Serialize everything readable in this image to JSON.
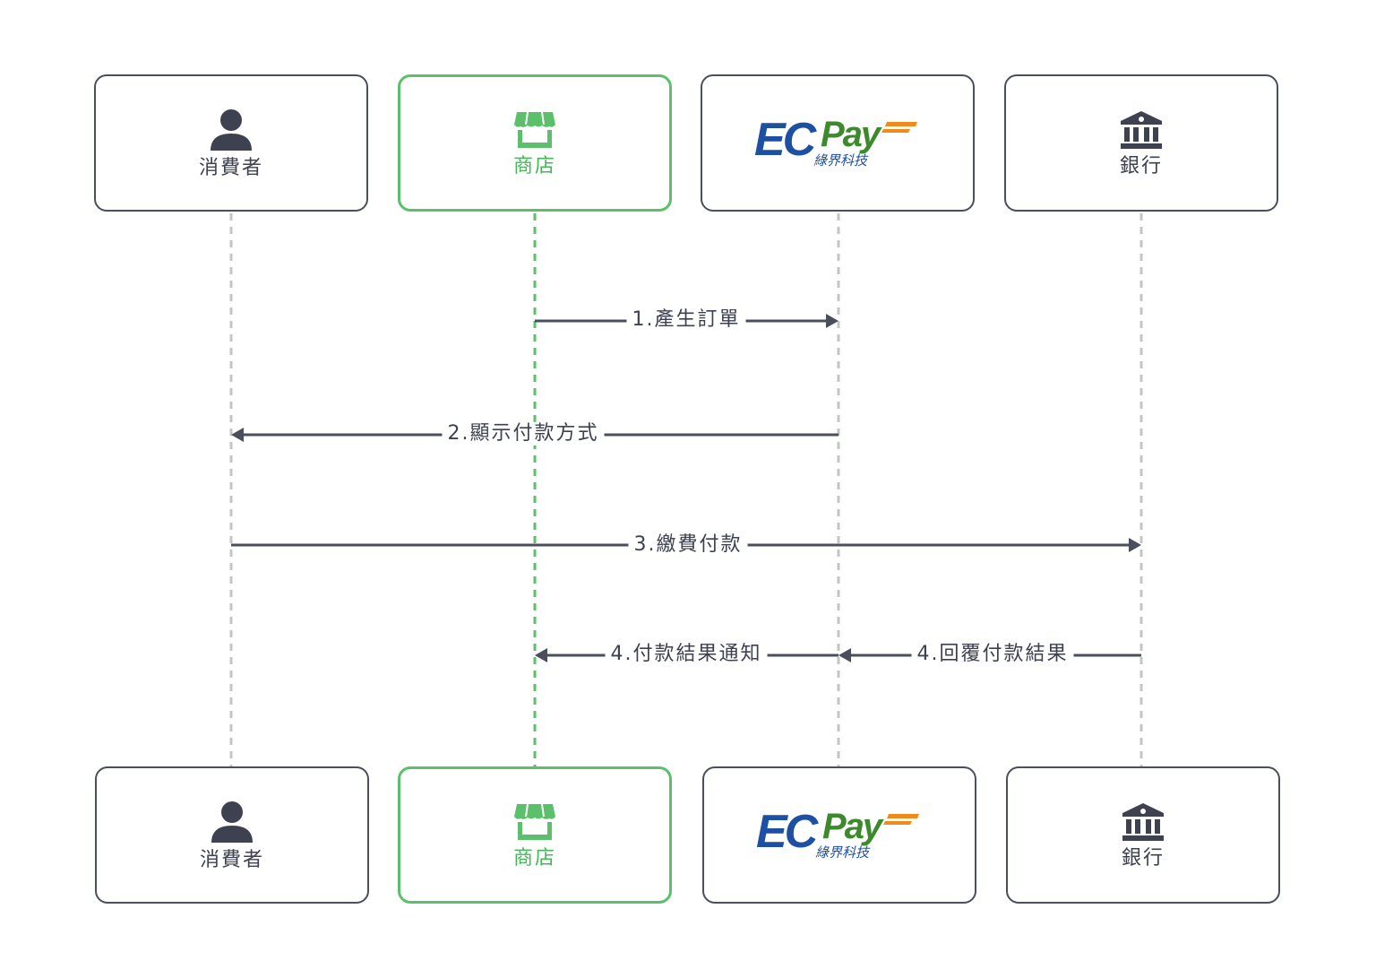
{
  "actors": [
    {
      "id": "consumer",
      "label": "消費者",
      "icon": "person-icon",
      "highlight": false
    },
    {
      "id": "store",
      "label": "商店",
      "icon": "storefront-icon",
      "highlight": true
    },
    {
      "id": "ecpay",
      "label": "",
      "icon": "ecpay-logo",
      "highlight": false
    },
    {
      "id": "bank",
      "label": "銀行",
      "icon": "bank-icon",
      "highlight": false
    }
  ],
  "ecpay_logo": {
    "brand_ec": "EC",
    "brand_pay": "Pay",
    "subtitle": "綠界科技"
  },
  "messages": [
    {
      "label": "1.產生訂單",
      "from": "store",
      "to": "ecpay"
    },
    {
      "label": "2.顯示付款方式",
      "from": "ecpay",
      "to": "consumer"
    },
    {
      "label": "3.繳費付款",
      "from": "consumer",
      "to": "bank"
    },
    {
      "label": "4.付款結果通知",
      "from": "ecpay",
      "to": "store"
    },
    {
      "label": "4.回覆付款結果",
      "from": "bank",
      "to": "ecpay"
    }
  ],
  "colors": {
    "dark": "#4b4f5c",
    "text": "#3d4150",
    "green": "#5cbf6b",
    "lifeline": "#c4c4c4",
    "ecpay_blue": "#1d4fa3",
    "ecpay_green": "#3d8a2d",
    "ecpay_orange": "#f08a1c"
  }
}
